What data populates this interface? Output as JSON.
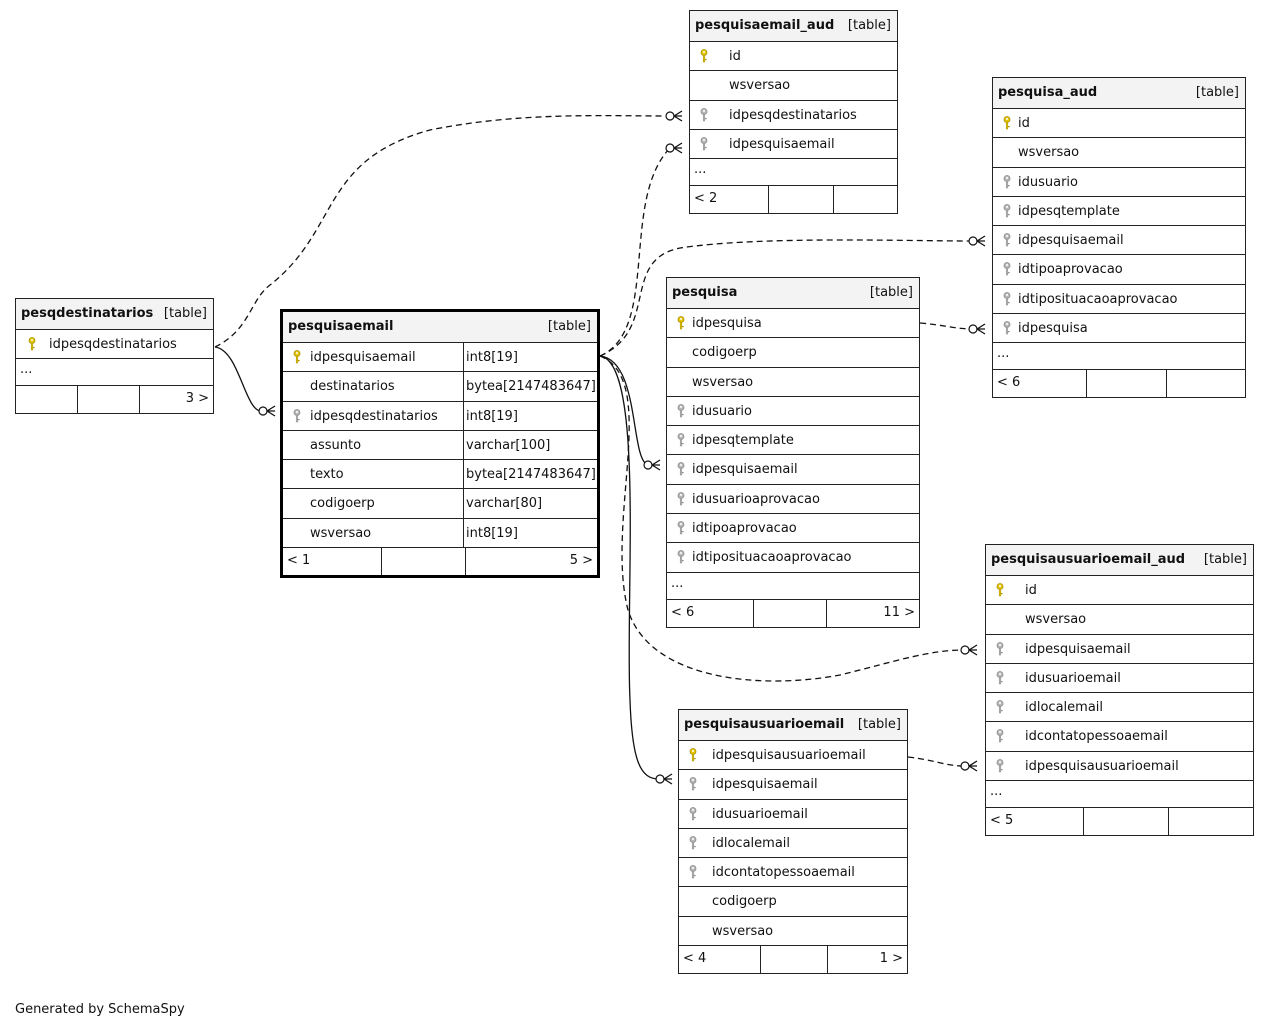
{
  "footer": "Generated by SchemaSpy",
  "tables": [
    {
      "name": "pesqdestinatarios",
      "type": "[table]",
      "focus": false,
      "columns": [
        {
          "name": "idpesqdestinatarios",
          "key": "pk"
        }
      ],
      "ellipsis": true,
      "footer": {
        "left": "",
        "right": "3 >"
      }
    },
    {
      "name": "pesquisaemail",
      "type": "[table]",
      "focus": true,
      "columns": [
        {
          "name": "idpesquisaemail",
          "key": "pk",
          "dtype": "int8[19]"
        },
        {
          "name": "destinatarios",
          "key": "",
          "dtype": "bytea[2147483647]"
        },
        {
          "name": "idpesqdestinatarios",
          "key": "fk",
          "dtype": "int8[19]"
        },
        {
          "name": "assunto",
          "key": "",
          "dtype": "varchar[100]"
        },
        {
          "name": "texto",
          "key": "",
          "dtype": "bytea[2147483647]"
        },
        {
          "name": "codigoerp",
          "key": "",
          "dtype": "varchar[80]"
        },
        {
          "name": "wsversao",
          "key": "",
          "dtype": "int8[19]"
        }
      ],
      "ellipsis": false,
      "footer": {
        "left": "< 1",
        "right": "5 >"
      }
    },
    {
      "name": "pesquisaemail_aud",
      "type": "[table]",
      "focus": false,
      "columns": [
        {
          "name": "id",
          "key": "pk"
        },
        {
          "name": "wsversao",
          "key": ""
        },
        {
          "name": "idpesqdestinatarios",
          "key": "fk"
        },
        {
          "name": "idpesquisaemail",
          "key": "fk"
        }
      ],
      "ellipsis": true,
      "footer": {
        "left": "< 2",
        "right": ""
      }
    },
    {
      "name": "pesquisa_aud",
      "type": "[table]",
      "focus": false,
      "columns": [
        {
          "name": "id",
          "key": "pk"
        },
        {
          "name": "wsversao",
          "key": ""
        },
        {
          "name": "idusuario",
          "key": "fk"
        },
        {
          "name": "idpesqtemplate",
          "key": "fk"
        },
        {
          "name": "idpesquisaemail",
          "key": "fk"
        },
        {
          "name": "idtipoaprovacao",
          "key": "fk"
        },
        {
          "name": "idtiposituacaoaprovacao",
          "key": "fk"
        },
        {
          "name": "idpesquisa",
          "key": "fk"
        }
      ],
      "ellipsis": true,
      "footer": {
        "left": "< 6",
        "right": ""
      }
    },
    {
      "name": "pesquisa",
      "type": "[table]",
      "focus": false,
      "columns": [
        {
          "name": "idpesquisa",
          "key": "pk"
        },
        {
          "name": "codigoerp",
          "key": ""
        },
        {
          "name": "wsversao",
          "key": ""
        },
        {
          "name": "idusuario",
          "key": "fk"
        },
        {
          "name": "idpesqtemplate",
          "key": "fk"
        },
        {
          "name": "idpesquisaemail",
          "key": "fk"
        },
        {
          "name": "idusuarioaprovacao",
          "key": "fk"
        },
        {
          "name": "idtipoaprovacao",
          "key": "fk"
        },
        {
          "name": "idtiposituacaoaprovacao",
          "key": "fk"
        }
      ],
      "ellipsis": true,
      "footer": {
        "left": "< 6",
        "right": "11 >"
      }
    },
    {
      "name": "pesquisausuarioemail_aud",
      "type": "[table]",
      "focus": false,
      "columns": [
        {
          "name": "id",
          "key": "pk"
        },
        {
          "name": "wsversao",
          "key": ""
        },
        {
          "name": "idpesquisaemail",
          "key": "fk"
        },
        {
          "name": "idusuarioemail",
          "key": "fk"
        },
        {
          "name": "idlocalemail",
          "key": "fk"
        },
        {
          "name": "idcontatopessoaemail",
          "key": "fk"
        },
        {
          "name": "idpesquisausuarioemail",
          "key": "fk"
        }
      ],
      "ellipsis": true,
      "footer": {
        "left": "< 5",
        "right": ""
      }
    },
    {
      "name": "pesquisausuarioemail",
      "type": "[table]",
      "focus": false,
      "columns": [
        {
          "name": "idpesquisausuarioemail",
          "key": "pk"
        },
        {
          "name": "idpesquisaemail",
          "key": "fk"
        },
        {
          "name": "idusuarioemail",
          "key": "fk"
        },
        {
          "name": "idlocalemail",
          "key": "fk"
        },
        {
          "name": "idcontatopessoaemail",
          "key": "fk"
        },
        {
          "name": "codigoerp",
          "key": ""
        },
        {
          "name": "wsversao",
          "key": ""
        }
      ],
      "ellipsis": false,
      "footer": {
        "left": "< 4",
        "right": "1 >"
      }
    }
  ],
  "relationships": [
    {
      "from": "pesqdestinatarios.idpesqdestinatarios",
      "to": "pesquisaemail.idpesqdestinatarios",
      "style": "solid"
    },
    {
      "from": "pesqdestinatarios.idpesqdestinatarios",
      "to": "pesquisaemail_aud.idpesqdestinatarios",
      "style": "dashed"
    },
    {
      "from": "pesquisaemail.idpesquisaemail",
      "to": "pesquisaemail_aud.idpesquisaemail",
      "style": "dashed"
    },
    {
      "from": "pesquisaemail.idpesquisaemail",
      "to": "pesquisa_aud.idpesquisaemail",
      "style": "dashed"
    },
    {
      "from": "pesquisa.idpesquisa",
      "to": "pesquisa_aud.idpesquisa",
      "style": "dashed"
    },
    {
      "from": "pesquisaemail.idpesquisaemail",
      "to": "pesquisa.idpesquisaemail",
      "style": "solid"
    },
    {
      "from": "pesquisaemail.idpesquisaemail",
      "to": "pesquisausuarioemail_aud.idpesquisaemail",
      "style": "dashed"
    },
    {
      "from": "pesquisaemail.idpesquisaemail",
      "to": "pesquisausuarioemail.idpesquisaemail",
      "style": "solid"
    },
    {
      "from": "pesquisausuarioemail.idpesquisausuarioemail",
      "to": "pesquisausuarioemail_aud.idpesquisausuarioemail",
      "style": "dashed"
    }
  ]
}
